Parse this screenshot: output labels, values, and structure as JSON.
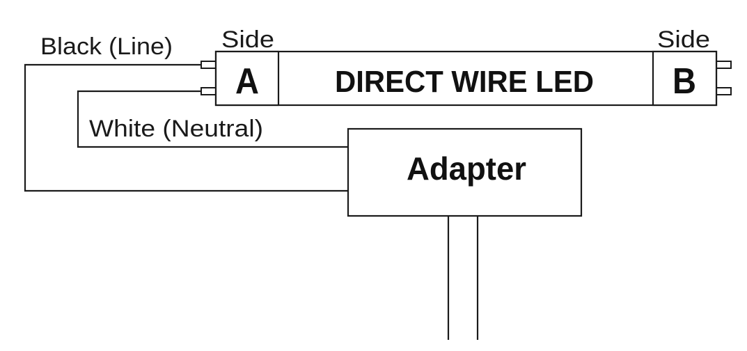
{
  "diagram": {
    "black_wire_label": "Black (Line)",
    "white_wire_label": "White (Neutral)",
    "side_a_caption": "Side",
    "side_a_letter": "A",
    "side_b_caption": "Side",
    "side_b_letter": "B",
    "tube_label": "DIRECT WIRE LED",
    "adapter_label": "Adapter"
  },
  "colors": {
    "stroke": "#1a1a1a",
    "background": "#ffffff"
  }
}
